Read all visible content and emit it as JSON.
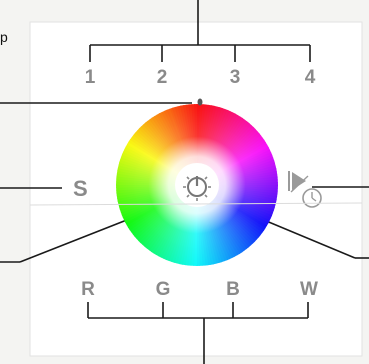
{
  "panel": {
    "corner_text": "p",
    "zones": [
      "1",
      "2",
      "3",
      "4"
    ],
    "channels": [
      "R",
      "G",
      "B",
      "W"
    ],
    "speed_label": "S",
    "icons": {
      "center": "power-icon",
      "mode": "play-timer-icon",
      "indicator": "status-led-dot"
    }
  },
  "colors": {
    "line": "#1a1a1a",
    "frame": "#ffffff",
    "label": "#8a8a8a",
    "background": "#f4f4f2"
  }
}
